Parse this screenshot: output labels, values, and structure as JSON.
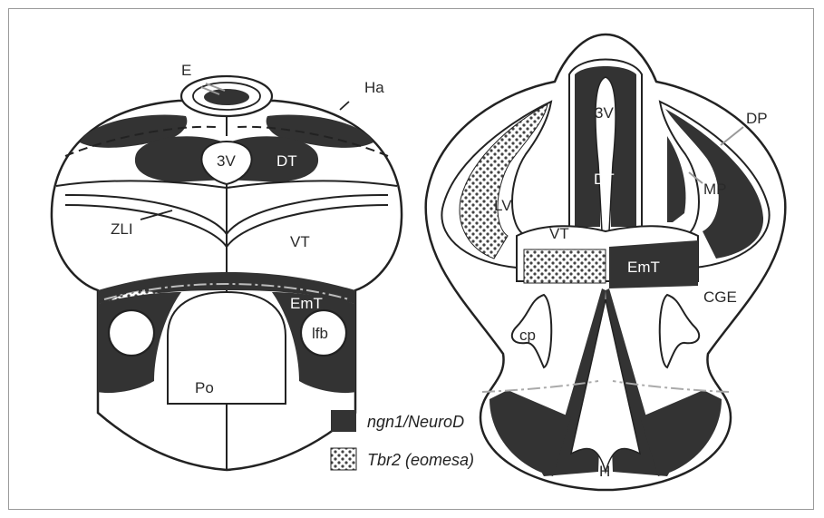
{
  "left_section": {
    "labels": {
      "E": "E",
      "Ha": "Ha",
      "3V": "3V",
      "DT": "DT",
      "ZLI": "ZLI",
      "VT": "VT",
      "EmT": "EmT",
      "lfb": "lfb",
      "Po": "Po"
    }
  },
  "right_section": {
    "labels": {
      "3V": "3V",
      "DT": "DT",
      "DP": "DP",
      "MP": "MP",
      "LV": "LV",
      "VT": "VT",
      "EmT": "EmT",
      "CGE": "CGE",
      "cp": "cp",
      "H": "H"
    }
  },
  "legend": {
    "items": [
      {
        "label": "ngn1/NeuroD",
        "pattern": "solid",
        "color": "#333333"
      },
      {
        "label": "Tbr2 (eomesa)",
        "pattern": "dotted",
        "color": "#333333"
      }
    ]
  },
  "colors": {
    "dark": "#333333",
    "outline": "#222222",
    "frame": "#9a9a9a",
    "dash": "#bdbdbd"
  }
}
